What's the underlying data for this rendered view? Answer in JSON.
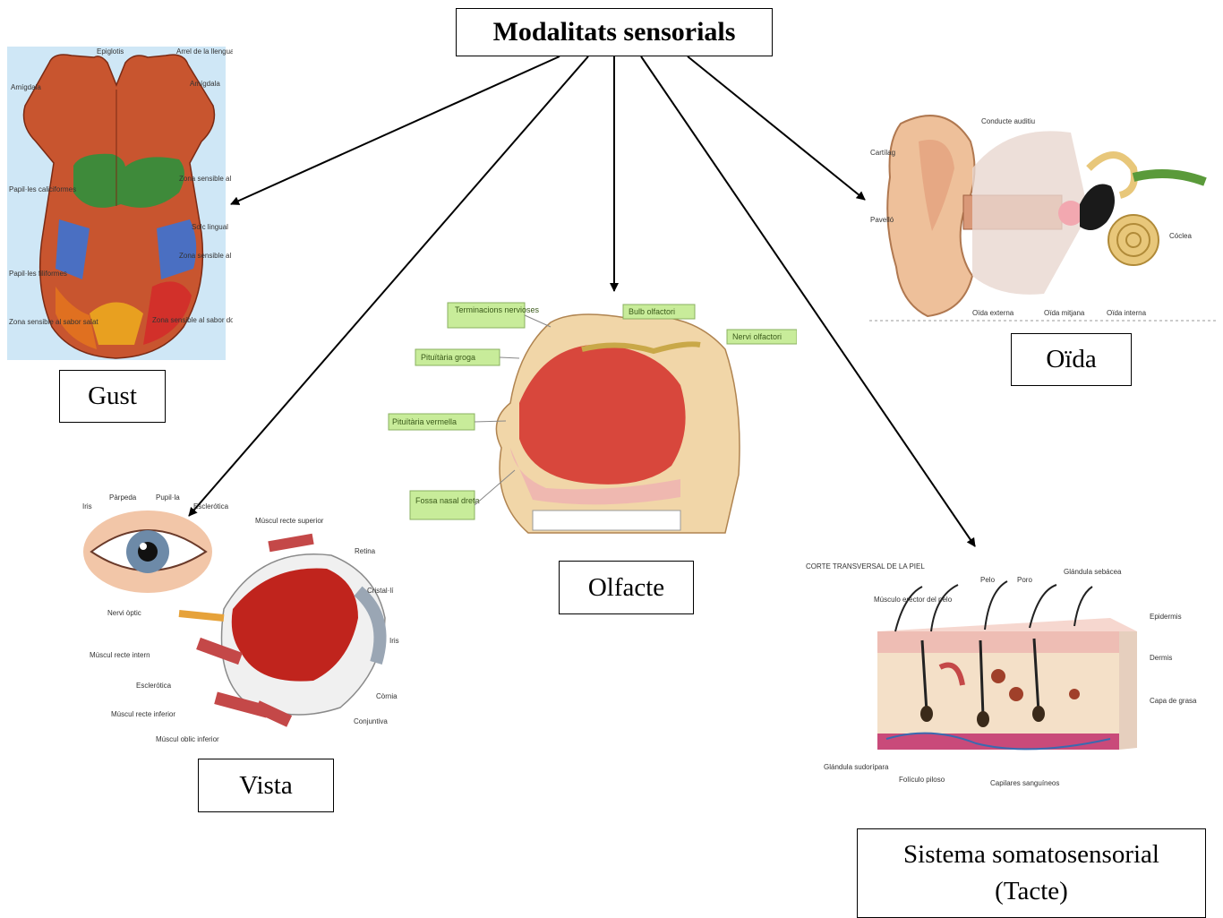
{
  "diagram": {
    "title": "Modalitats sensorials",
    "nodes": {
      "gust": "Gust",
      "vista": "Vista",
      "olfacte": "Olfacte",
      "oida": "Oïda",
      "tacte_line1": "Sistema somatosensorial",
      "tacte_line2": "(Tacte)"
    },
    "edges": [
      {
        "from": "Modalitats sensorials",
        "to": "Gust"
      },
      {
        "from": "Modalitats sensorials",
        "to": "Vista"
      },
      {
        "from": "Modalitats sensorials",
        "to": "Olfacte"
      },
      {
        "from": "Modalitats sensorials",
        "to": "Sistema somatosensorial (Tacte)"
      },
      {
        "from": "Modalitats sensorials",
        "to": "Oïda"
      }
    ]
  },
  "illustrations": {
    "tongue_labels": [
      "Epiglotis",
      "Arrel de la llengua",
      "Amígdala",
      "Amígdala",
      "Papil·les caliciformes",
      "Zona sensible al sabor amarg",
      "Solc lingual",
      "Zona sensible al sabor àcid",
      "Papil·les filiformes",
      "Zona sensible al sabor salat",
      "Zona sensible al sabor dolç"
    ],
    "nose_labels": [
      "Terminacions nervioses",
      "Bulb olfactori",
      "Nervi olfactori",
      "Pituïtària groga",
      "Pituïtària vermella",
      "Fossa nasal dreta"
    ],
    "eye_labels": [
      "Iris",
      "Pàrpeda",
      "Pupil·la",
      "Esclerótica",
      "Múscul recte superior",
      "Retina",
      "Cristal·lí",
      "Iris",
      "Nervi òptic",
      "Múscul recte intern",
      "Esclerótica",
      "Còrnia",
      "Conjuntiva",
      "Múscul recte inferior",
      "Múscul oblic inferior"
    ],
    "skin_labels": [
      "CORTE TRANSVERSAL DE LA PIEL",
      "Músculo erector del pelo",
      "Pelo",
      "Poro",
      "Glándula sebácea",
      "Epidermis",
      "Dermis",
      "Capa de grasa",
      "Glándula sudorípara",
      "Folículo piloso",
      "Capilares sanguíneos"
    ],
    "ear_labels": [
      "Cartílag",
      "Pavelló",
      "Conducte auditiu",
      "Cóclea",
      "Oïda externa",
      "Oïda mitjana",
      "Oïda interna"
    ]
  },
  "colors": {
    "tongue": "#c8552f",
    "tongue_bitter": "#3e8a3a",
    "tongue_sour": "#4a6fc2",
    "tongue_salty": "#e8a020",
    "tongue_sweet": "#d2302a",
    "flesh": "#d8473c",
    "label_green": "#c8ec9a"
  }
}
